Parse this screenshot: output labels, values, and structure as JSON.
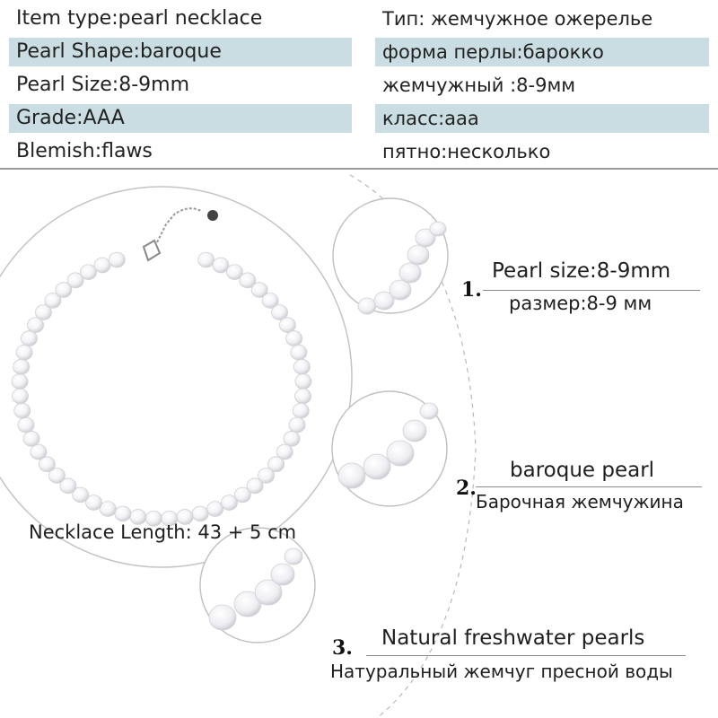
{
  "specs": [
    {
      "en": "Item type:pearl necklace",
      "ru": "Тип: жемчужное ожерелье"
    },
    {
      "en": "Pearl Shape:baroque",
      "ru": "форма перлы:барокко"
    },
    {
      "en": "Pearl Size:8-9mm",
      "ru": "жемчужный :8-9мм"
    },
    {
      "en": "Grade:AAA",
      "ru": "класс:ааа"
    },
    {
      "en": "Blemish:flaws",
      "ru": "пятно:несколько"
    }
  ],
  "necklace_length": "Necklace Length: 43 + 5 cm",
  "details": [
    {
      "number": "1.",
      "en": "Pearl size:8-9mm",
      "ru": "размер:8-9 мм"
    },
    {
      "number": "2.",
      "en": "baroque pearl",
      "ru": "Барочная жемчужина"
    },
    {
      "number": "3.",
      "en": "Natural freshwater pearls",
      "ru": "Натуральный жемчуг пресной воды"
    }
  ],
  "colors": {
    "row_shade": "#c9dde2",
    "pearl": "#f4f4f6"
  }
}
